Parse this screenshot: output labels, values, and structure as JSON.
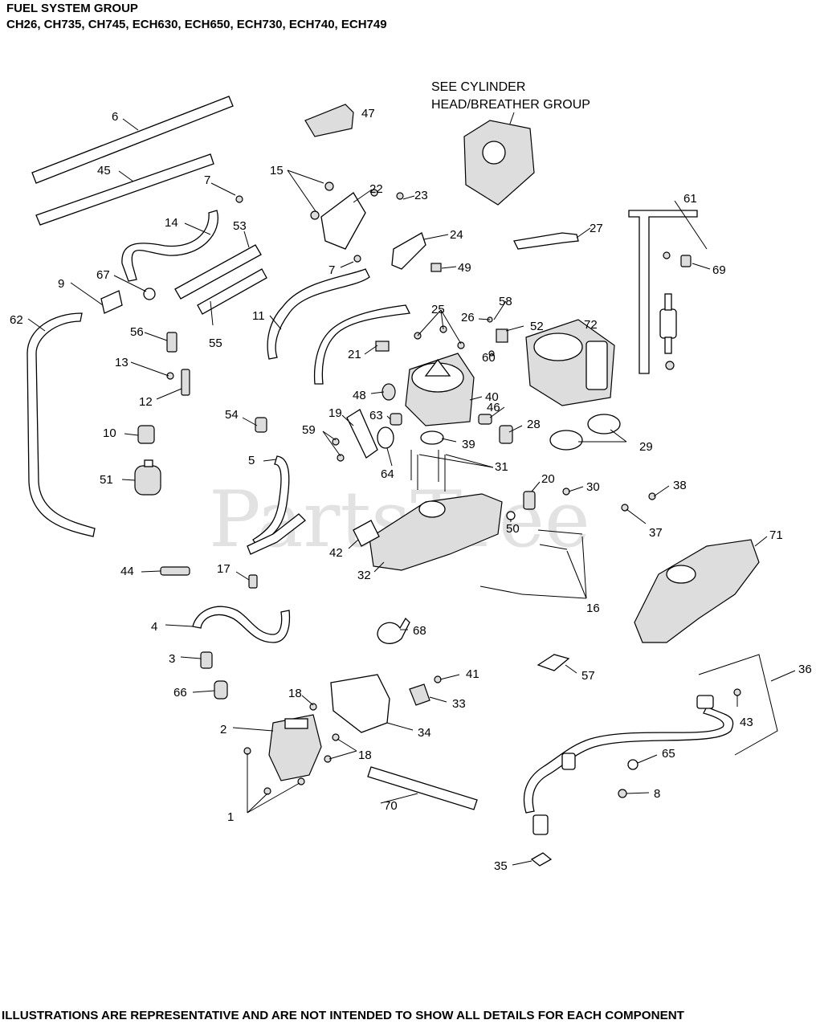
{
  "header": {
    "title": "FUEL SYSTEM GROUP",
    "models": "CH26, CH735, CH745, ECH630,  ECH650,  ECH730, ECH740, ECH749"
  },
  "watermark": "PartsTree",
  "note": {
    "line1": "SEE CYLINDER",
    "line2": "HEAD/BREATHER GROUP"
  },
  "footer": "ILLUSTRATIONS ARE REPRESENTATIVE AND ARE NOT INTENDED TO SHOW ALL DETAILS FOR EACH COMPONENT",
  "callouts": [
    "1",
    "2",
    "3",
    "4",
    "5",
    "6",
    "7",
    "7",
    "8",
    "9",
    "10",
    "11",
    "12",
    "13",
    "14",
    "15",
    "16",
    "17",
    "18",
    "18",
    "19",
    "20",
    "21",
    "22",
    "23",
    "24",
    "25",
    "26",
    "27",
    "28",
    "29",
    "30",
    "31",
    "32",
    "33",
    "34",
    "35",
    "36",
    "37",
    "38",
    "39",
    "40",
    "41",
    "42",
    "43",
    "44",
    "45",
    "46",
    "47",
    "48",
    "49",
    "50",
    "51",
    "52",
    "53",
    "54",
    "55",
    "56",
    "57",
    "58",
    "59",
    "60",
    "61",
    "62",
    "63",
    "64",
    "65",
    "66",
    "67",
    "68",
    "69",
    "70",
    "71",
    "72"
  ]
}
